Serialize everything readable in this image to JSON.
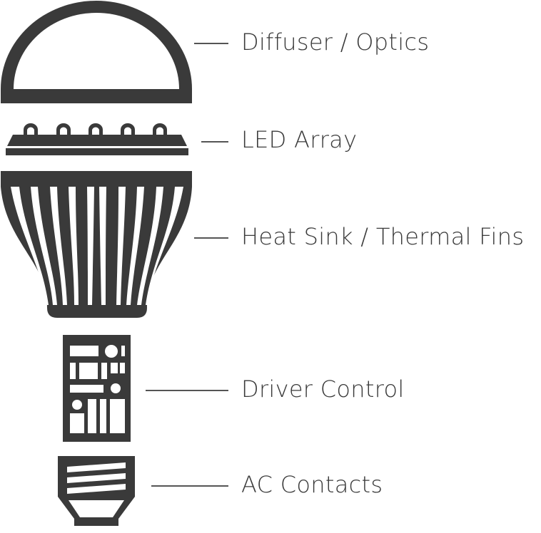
{
  "colors": {
    "ink": "#3a3a3a",
    "background": "#ffffff"
  },
  "labels": {
    "diffuser": "Diffuser / Optics",
    "led_array": "LED Array",
    "heat_sink": "Heat Sink / Thermal Fins",
    "driver": "Driver Control",
    "ac_contacts": "AC Contacts"
  }
}
